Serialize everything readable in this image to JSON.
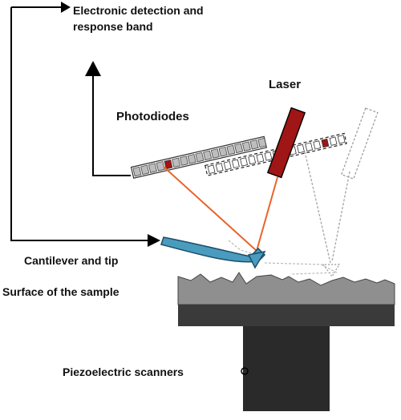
{
  "labels": {
    "electronic": "Electronic detection and response band",
    "laser": "Laser",
    "photodiodes": "Photodiodes",
    "cantilever": "Cantilever and tip",
    "surface": "Surface of the sample",
    "piezo": "Piezoelectric scanners"
  },
  "colors": {
    "laser": "#a01515",
    "beam": "#e8642a",
    "cantilever": "#4a9cbf",
    "cantilever_dark": "#1c4e66",
    "surface": "#8f8f8f",
    "scanner": "#2a2a2a",
    "stage": "#3a3a3a",
    "photodiode_cell": "#bdbdbd"
  }
}
